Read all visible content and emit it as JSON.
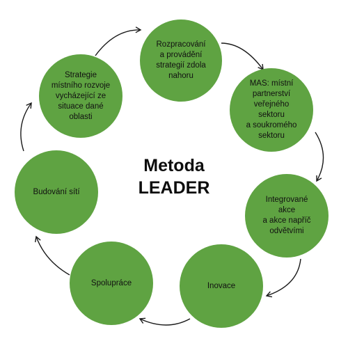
{
  "colors": {
    "node_fill": "#5fa342",
    "arrow": "#1a1a1a",
    "background": "#ffffff"
  },
  "center": {
    "title": "Metoda\nLEADER"
  },
  "nodes": [
    {
      "id": "rozpracovani",
      "label": "Rozpracování\na  provádění\nstrategií zdola\nnahoru"
    },
    {
      "id": "mas",
      "label": "MAS: místní\npartnerství\nveřejného sektoru\na soukromého\nsektoru"
    },
    {
      "id": "integrovane",
      "label": "Integrované akce\na akce napříč\nodvětvími"
    },
    {
      "id": "inovace",
      "label": "Inovace"
    },
    {
      "id": "spoluprace",
      "label": "Spolupráce"
    },
    {
      "id": "budovani",
      "label": "Budování sítí"
    },
    {
      "id": "strategie",
      "label": "Strategie\nmístního rozvoje\nvycházející ze\nsituace dané\noblasti"
    }
  ]
}
